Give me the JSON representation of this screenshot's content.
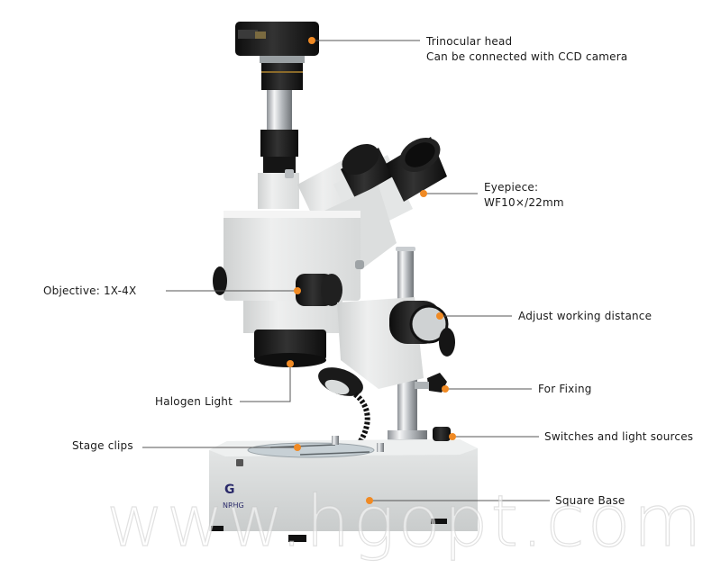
{
  "image": {
    "subject": "Trinocular stereo zoom microscope with CCD camera",
    "brand_mark": "NRHG"
  },
  "annotations": [
    {
      "id": "trinocular-head",
      "line1": "Trinocular head",
      "line2": "Can be connected with CCD camera"
    },
    {
      "id": "eyepiece",
      "line1": "Eyepiece:",
      "line2": "WF10×/22mm"
    },
    {
      "id": "objective",
      "line1": "Objective: 1X-4X"
    },
    {
      "id": "adjust-working-distance",
      "line1": "Adjust working distance"
    },
    {
      "id": "halogen-light",
      "line1": "Halogen Light"
    },
    {
      "id": "for-fixing",
      "line1": "For Fixing"
    },
    {
      "id": "stage-clips",
      "line1": "Stage clips"
    },
    {
      "id": "switches-light-sources",
      "line1": "Switches and light sources"
    },
    {
      "id": "square-base",
      "line1": "Square Base"
    }
  ],
  "watermark": "www.hgopt.com",
  "colors": {
    "marker": "#f08a24",
    "leader_line": "#555555",
    "body_white": "#e9eaea",
    "body_black": "#1b1b1b",
    "background": "#ffffff"
  }
}
